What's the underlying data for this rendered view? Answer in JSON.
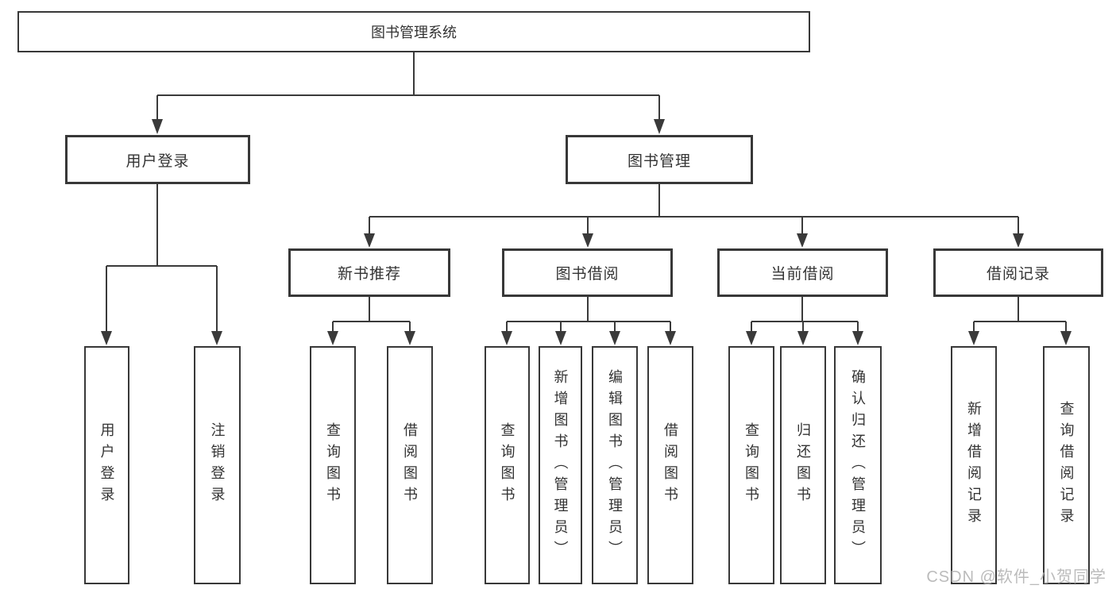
{
  "tree": {
    "root": {
      "label": "图书管理系统"
    },
    "children": [
      {
        "label": "用户登录",
        "children": [
          {
            "label": "用户登录"
          },
          {
            "label": "注销登录"
          }
        ]
      },
      {
        "label": "图书管理",
        "children": [
          {
            "label": "新书推荐",
            "children": [
              {
                "label": "查询图书"
              },
              {
                "label": "借阅图书"
              }
            ]
          },
          {
            "label": "图书借阅",
            "children": [
              {
                "label": "查询图书"
              },
              {
                "label": "新增图书（管理员）"
              },
              {
                "label": "编辑图书（管理员）"
              },
              {
                "label": "借阅图书"
              }
            ]
          },
          {
            "label": "当前借阅",
            "children": [
              {
                "label": "查询图书"
              },
              {
                "label": "归还图书"
              },
              {
                "label": "确认归还（管理员）"
              }
            ]
          },
          {
            "label": "借阅记录",
            "children": [
              {
                "label": "新增借阅记录"
              },
              {
                "label": "查询借阅记录"
              }
            ]
          }
        ]
      }
    ]
  },
  "watermark": {
    "text": "CSDN @软件_小贺同学",
    "color": "#b4b4b4"
  },
  "colors": {
    "line": "#3a3a3a",
    "box_border": "#383838",
    "text": "#333333",
    "background": "#ffffff"
  }
}
